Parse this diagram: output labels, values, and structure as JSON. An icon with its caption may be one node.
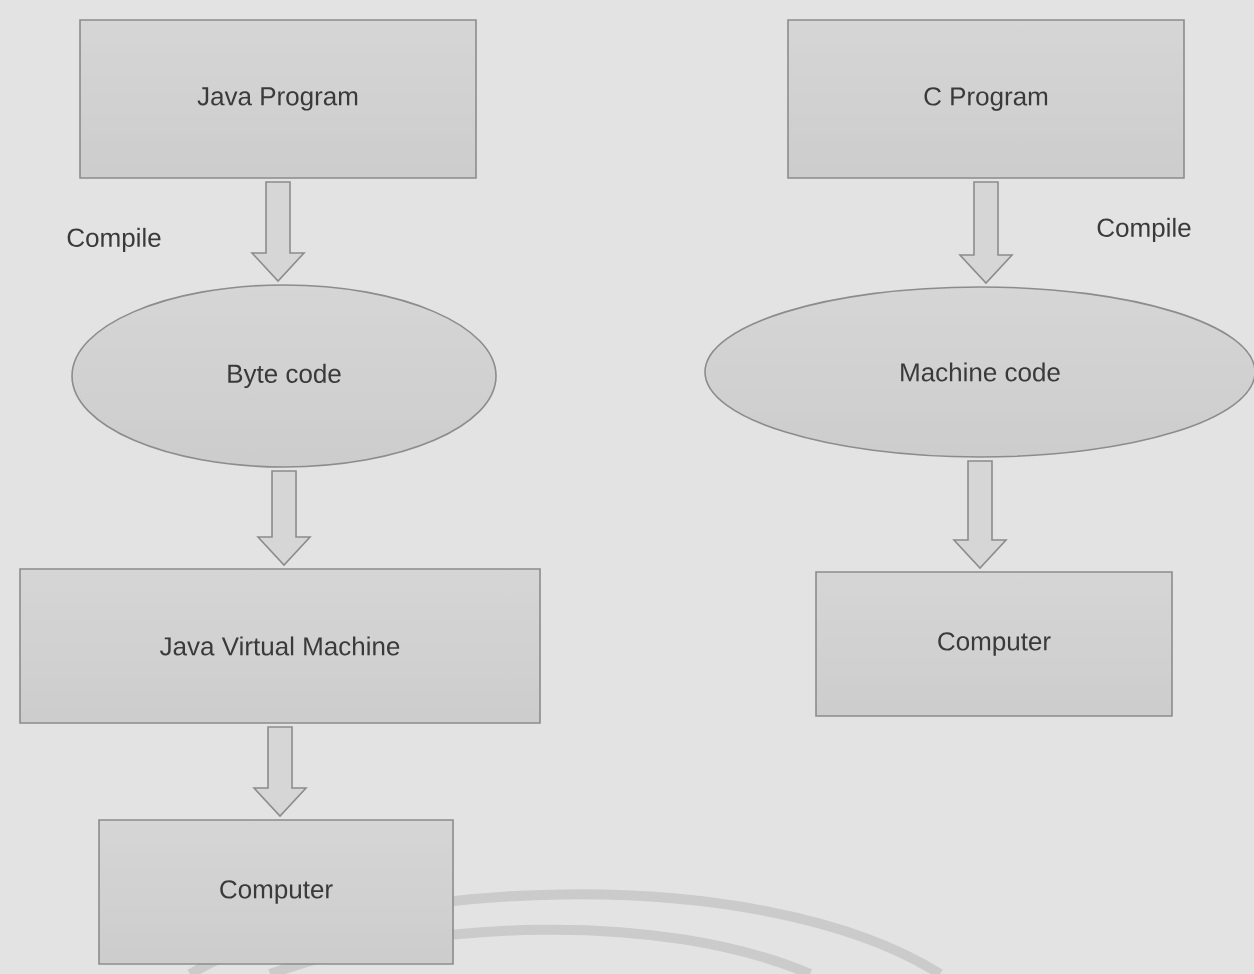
{
  "diagram": {
    "nodes": [
      {
        "text": [
          "Java Program"
        ]
      },
      {
        "text": [
          "C Program"
        ]
      },
      {
        "text": [
          "Byte code"
        ]
      },
      {
        "text": [
          "Machine code"
        ]
      },
      {
        "text": [
          "Java Virtual Machine"
        ]
      },
      {
        "text": [
          "Computer"
        ]
      },
      {
        "text": [
          "Computer"
        ]
      }
    ],
    "edges": [
      {
        "from": 0,
        "to": 2,
        "arrow": "to",
        "label": "Compile"
      },
      {
        "from": 1,
        "to": 3,
        "arrow": "to",
        "label": "Compile"
      },
      {
        "from": 2,
        "to": 4,
        "arrow": "to"
      },
      {
        "from": 3,
        "to": 5,
        "arrow": "to"
      },
      {
        "from": 4,
        "to": 6,
        "arrow": "to"
      }
    ]
  }
}
